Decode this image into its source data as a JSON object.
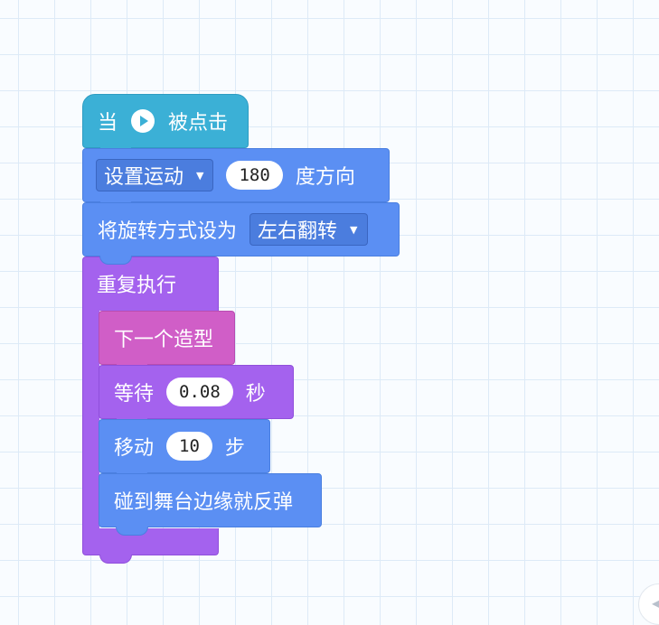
{
  "blocks": {
    "when_clicked": {
      "prefix": "当",
      "suffix": "被点击",
      "icon": "play-circle-icon"
    },
    "point_in_direction": {
      "dropdown": "设置运动",
      "value": "180",
      "suffix": "度方向"
    },
    "rotation_style": {
      "label": "将旋转方式设为",
      "dropdown": "左右翻转"
    },
    "repeat_forever": {
      "label": "重复执行"
    },
    "next_costume": {
      "label": "下一个造型"
    },
    "wait": {
      "prefix": "等待",
      "value": "0.08",
      "suffix": "秒"
    },
    "move": {
      "prefix": "移动",
      "value": "10",
      "suffix": "步"
    },
    "bounce": {
      "label": "碰到舞台边缘就反弹"
    }
  },
  "colors": {
    "event": "#3bb0d6",
    "motion": "#5b8ff3",
    "control": "#a462ee",
    "looks": "#d05ec7",
    "grid_line": "#ddeaf7",
    "background": "#f9fcff"
  }
}
